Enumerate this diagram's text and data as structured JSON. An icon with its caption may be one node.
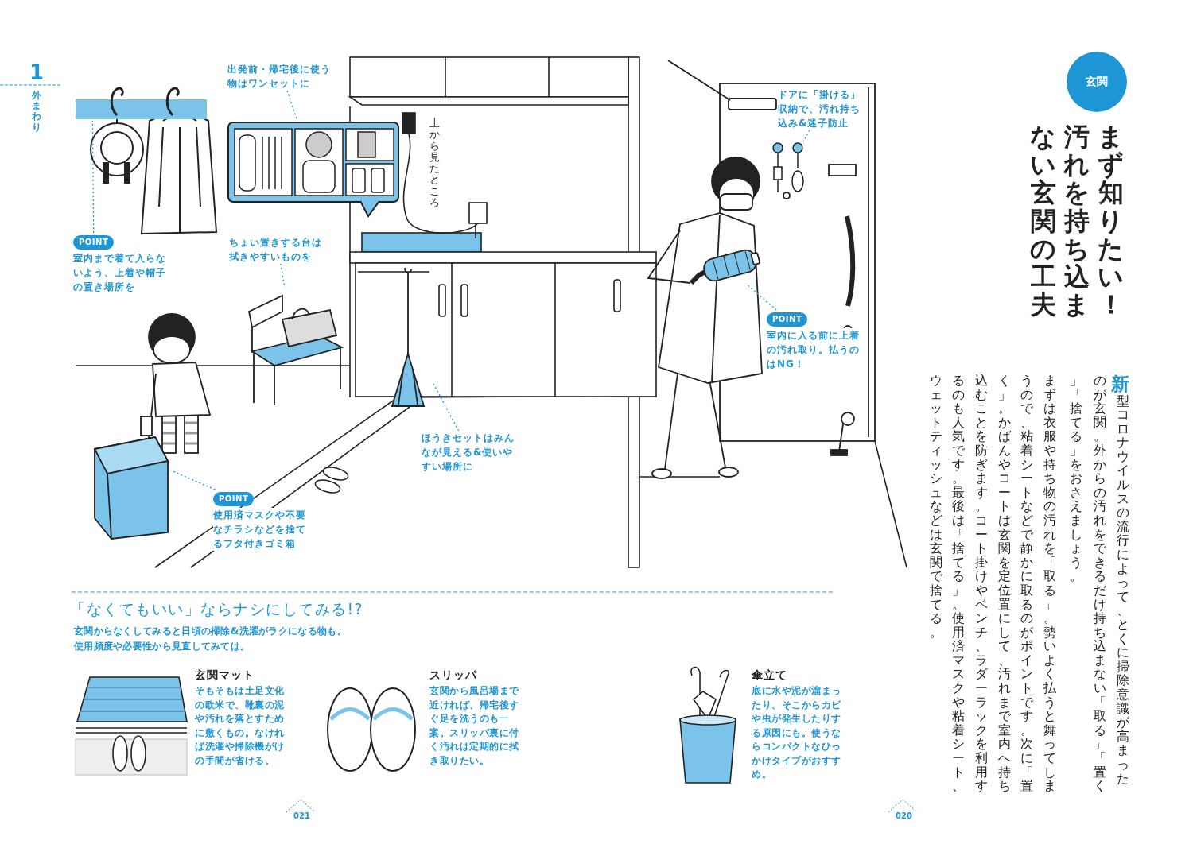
{
  "diagram": {
    "title": "まず知りたい！汚れを持ち込まない玄関の工夫",
    "nodes": [
      {
        "text": [
          "出発前・帰宅後に使う物はワンセットに"
        ]
      },
      {
        "text": [],
        "shape": "picture"
      },
      {
        "text": [
          "POINT",
          "室内まで着て入らないよう、上着や帽子の置き場所を"
        ]
      },
      {
        "text": [],
        "shape": "picture"
      },
      {
        "text": [
          "ちょい置きする台は拭きやすいものを"
        ]
      },
      {
        "text": [],
        "shape": "picture"
      },
      {
        "text": [
          "POINT",
          "使用済マスクや不要なチラシなどを捨てるフタ付きゴミ箱"
        ]
      },
      {
        "text": [],
        "shape": "picture"
      },
      {
        "text": [
          "ほうきセットはみんなが見える&使いやすい場所に"
        ]
      },
      {
        "text": [],
        "shape": "picture"
      },
      {
        "text": [
          "ドアに「掛ける」収納で、汚れ持ち込み&迷子防止"
        ]
      },
      {
        "text": [],
        "shape": "picture"
      },
      {
        "text": [
          "POINT",
          "室内に入る前に上着の汚れ取り。払うのはNG！"
        ]
      },
      {
        "text": [],
        "shape": "picture"
      },
      {
        "text": [
          "玄関"
        ]
      }
    ],
    "edges": [
      {
        "from": 0,
        "to": 1,
        "arrow": "none",
        "style": "dashed"
      },
      {
        "from": 2,
        "to": 3,
        "arrow": "none",
        "style": "dashed"
      },
      {
        "from": 4,
        "to": 5,
        "arrow": "none",
        "style": "dashed"
      },
      {
        "from": 6,
        "to": 7,
        "arrow": "none",
        "style": "dashed"
      },
      {
        "from": 8,
        "to": 9,
        "arrow": "none",
        "style": "dashed"
      },
      {
        "from": 10,
        "to": 11,
        "arrow": "none",
        "style": "dashed"
      },
      {
        "from": 12,
        "to": 13,
        "arrow": "none",
        "style": "dashed"
      }
    ],
    "labels": [
      "1",
      "外まわり",
      "上から見たところ",
      "「なくてもいい」ならナシにしてみる!?",
      "玄関からなくしてみると日頃の掃除&洗濯がラクになる物も。使用頻度や必要性から見直してみては。",
      "玄関マット",
      "そもそもは土足文化の欧米で、靴裏の泥や汚れを落とすために敷くもの。なければ洗濯や掃除機がけの手間が省ける。",
      "スリッパ",
      "玄関から風呂場まで近ければ、帰宅後すぐ足を洗うのも一案。スリッパ裏に付く汚れは定期的に拭き取りたい。",
      "傘立て",
      "底に水や泥が溜まったり、そこからカビや虫が発生したりする原因にも。使うならコンパクトなひっかけタイプがおすすめ。",
      "新型コロナウイルスの流行によって、とくに掃除意識が高まったのが玄関。外からの汚れをできるだけ持ち込まない「取る」「置く」「捨てる」をおさえましょう。",
      "まずは衣服や持ち物の汚れを「取る」。勢いよく払うと舞ってしまうので、粘着シートなどで静かに取るのがポイントです。次に「置く」。かばんやコートは玄関を定位置にして、汚れまで室内へ持ち込むことを防ぎます。コート掛けやベンチ、ラダーラックを利用するのも人気です。最後は「捨てる」。使用済マスクや粘着シート、ウェットティッシュなどは玄関で捨てる。",
      "021",
      "020"
    ]
  }
}
